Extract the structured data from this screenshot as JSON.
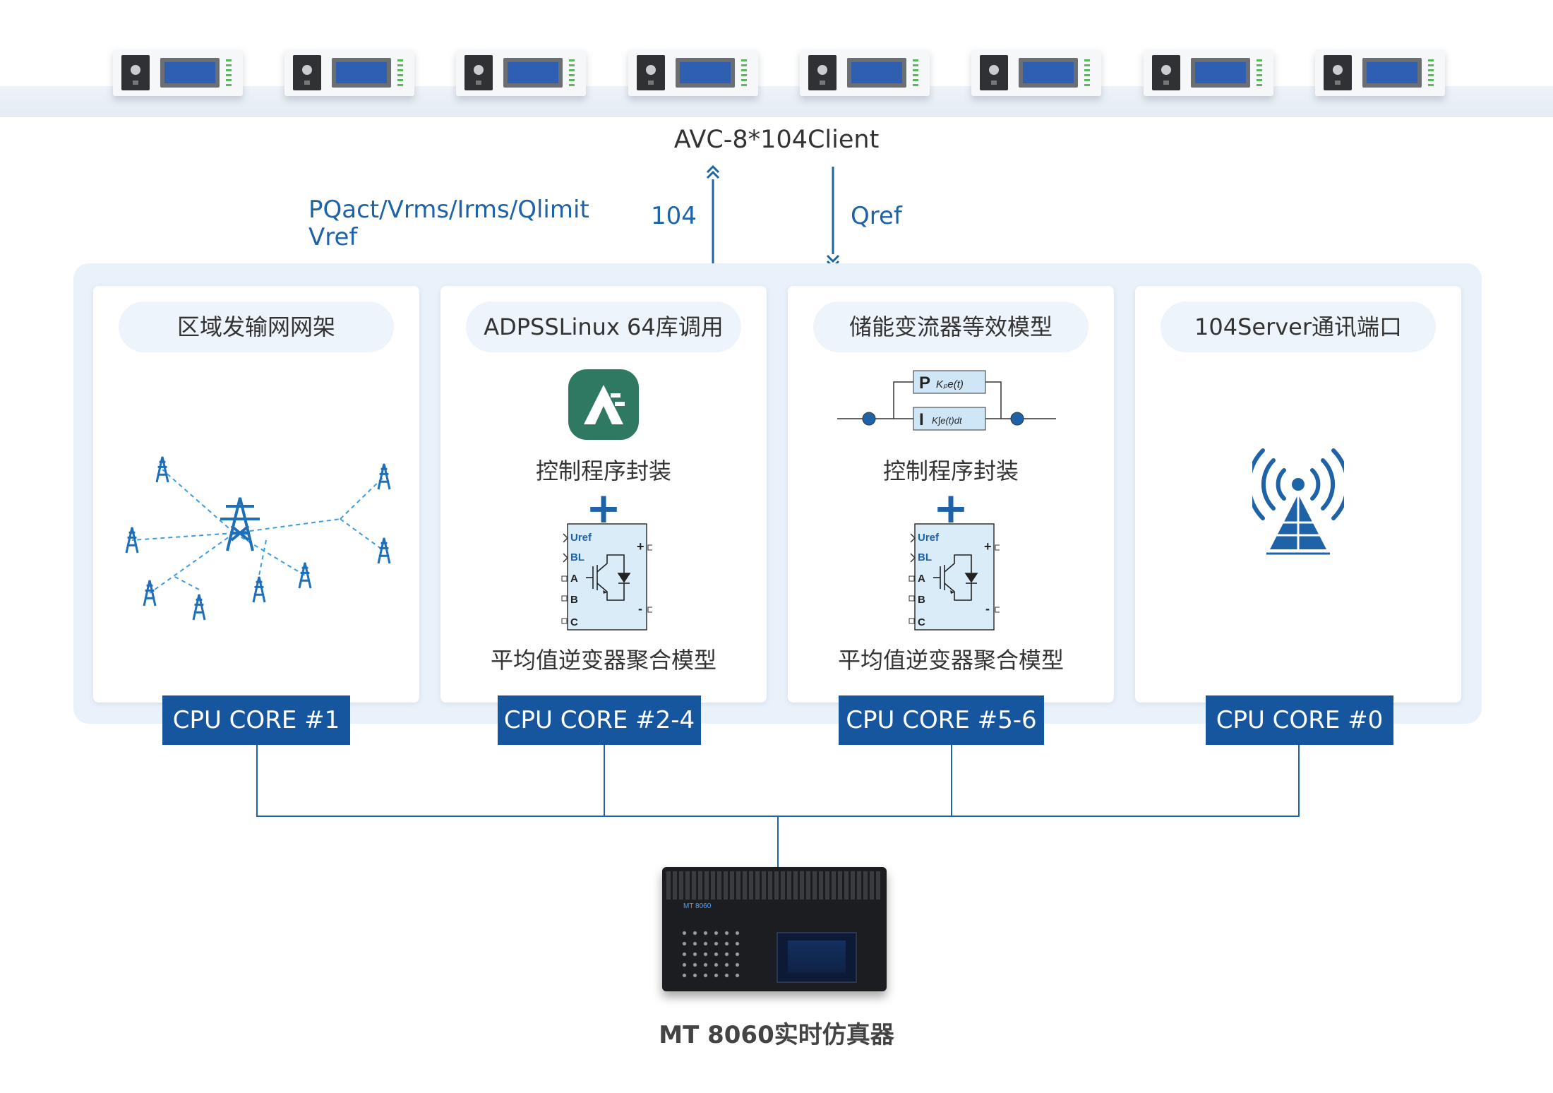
{
  "header": {
    "client_label": "AVC-8*104Client",
    "link_label": "104",
    "measurements_label": "PQact/Vrms/Irms/Qlimit",
    "vref_label": "Vref",
    "qref_label": "Qref"
  },
  "cards": [
    {
      "title": "区域发输网网架",
      "core": "CPU CORE #1"
    },
    {
      "title": "ADPSSLinux 64库调用",
      "caption_top": "控制程序封装",
      "caption_bottom": "平均值逆变器聚合模型",
      "core": "CPU CORE #2-4"
    },
    {
      "title": "储能变流器等效模型",
      "caption_top": "控制程序封装",
      "caption_bottom": "平均值逆变器聚合模型",
      "core": "CPU CORE #5-6"
    },
    {
      "title": "104Server通讯端口",
      "core": "CPU CORE #0"
    }
  ],
  "inverter_block": {
    "ports": [
      "Uref",
      "BL",
      "A",
      "B",
      "C"
    ],
    "plus": "+",
    "minus": "-"
  },
  "pi_block": {
    "p": "P",
    "p_formula": "Kₚe(t)",
    "i": "I",
    "i_formula": "K∫e(t)dt"
  },
  "plus_sign": "+",
  "device": {
    "name": "MT 8060实时仿真器",
    "panel_text": "MT 8060"
  },
  "colors": {
    "accent": "#1e62a8",
    "core_bg": "#16569f",
    "panel_bg": "#e9f1fa",
    "line": "#1f64aa"
  },
  "icons": [
    "client-device-icon",
    "transmission-tower-icon",
    "adpss-logo-icon",
    "igbt-icon",
    "antenna-icon",
    "simulator-icon"
  ]
}
